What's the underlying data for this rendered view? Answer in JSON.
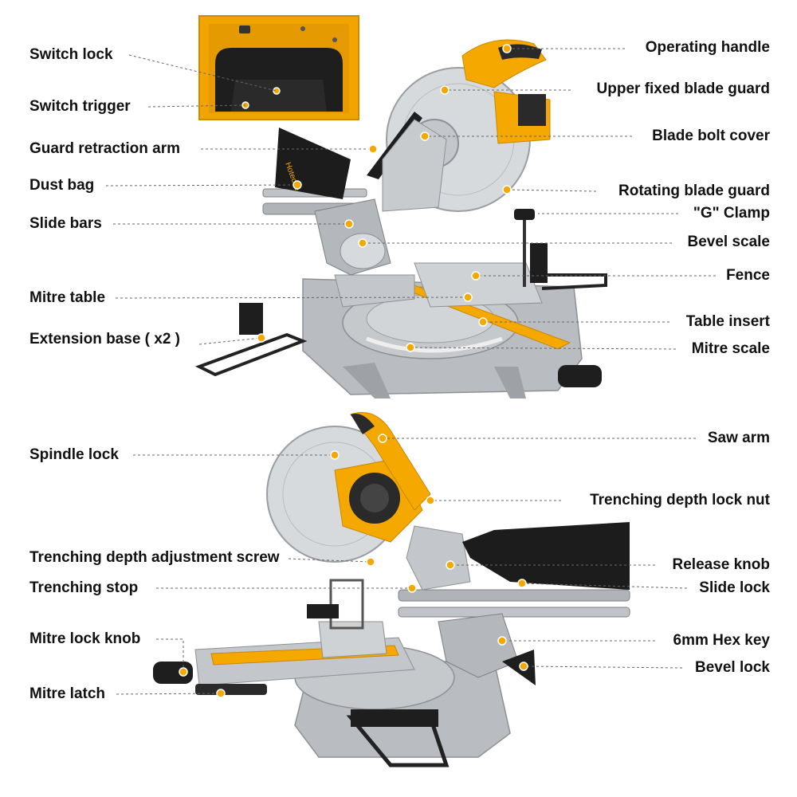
{
  "labels": {
    "switch_lock": "Switch lock",
    "switch_trigger": "Switch trigger",
    "guard_retraction_arm": "Guard retraction arm",
    "dust_bag": "Dust bag",
    "slide_bars": "Slide bars",
    "mitre_table": "Mitre table",
    "extension_base": "Extension base ( x2 )",
    "operating_handle": "Operating handle",
    "upper_fixed_blade_guard": "Upper fixed blade guard",
    "blade_bolt_cover": "Blade bolt cover",
    "rotating_blade_guard": "Rotating blade guard",
    "g_clamp": "\"G\" Clamp",
    "bevel_scale": "Bevel scale",
    "fence": "Fence",
    "table_insert": "Table insert",
    "mitre_scale": "Mitre scale",
    "spindle_lock": "Spindle lock",
    "trenching_depth_adjustment_screw": "Trenching depth adjustment screw",
    "trenching_stop": "Trenching stop",
    "mitre_lock_knob": "Mitre lock knob",
    "mitre_latch": "Mitre latch",
    "saw_arm": "Saw arm",
    "trenching_depth_lock_nut": "Trenching depth lock nut",
    "release_knob": "Release knob",
    "slide_lock": "Slide lock",
    "hex_key": "6mm Hex key",
    "bevel_lock": "Bevel lock"
  },
  "brand": "Hoteche",
  "colors": {
    "accent": "#f5a800",
    "metal": "#b9bcc0",
    "dark": "#1c1c1c",
    "leader": "#666666"
  }
}
